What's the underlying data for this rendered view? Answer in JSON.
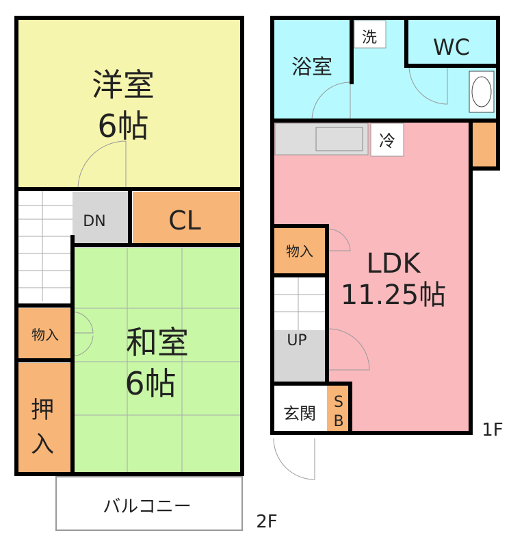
{
  "colors": {
    "yoshitsu": "#f5f5ad",
    "washitsu": "#c8f7a6",
    "storage": "#f7b578",
    "ldk": "#f9b9bd",
    "water": "#b6f9ff",
    "stair": "#d6d6d6",
    "wall": "#000000",
    "white": "#ffffff"
  },
  "floor2": {
    "label": "2F",
    "yoshitsu": {
      "name": "洋室",
      "size": "6帖"
    },
    "washitsu": {
      "name": "和室",
      "size": "6帖"
    },
    "closet": "CL",
    "stairs_down": "DN",
    "storage": "物入",
    "oshiire_1": "押",
    "oshiire_2": "入",
    "balcony": "バルコニー"
  },
  "floor1": {
    "label": "1F",
    "ldk": {
      "name": "LDK",
      "size": "11.25帖"
    },
    "bath": "浴室",
    "washroom": "洗",
    "wc": "WC",
    "fridge": "冷",
    "storage": "物入",
    "stairs_up": "UP",
    "entrance": "玄関",
    "shoebox_1": "S",
    "shoebox_2": "B"
  }
}
